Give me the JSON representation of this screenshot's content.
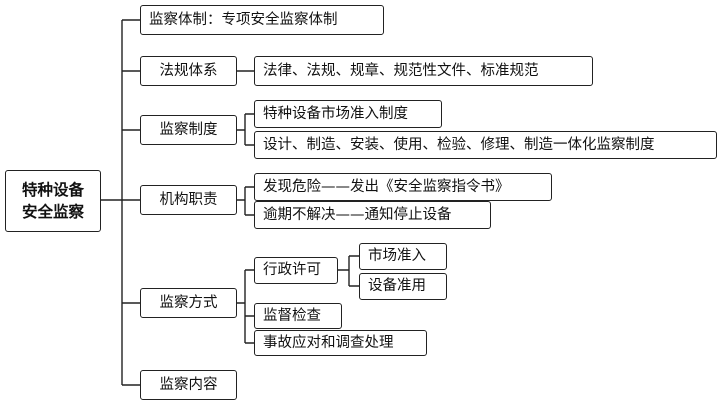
{
  "root": {
    "line1": "特种设备",
    "line2": "安全监察"
  },
  "branches": {
    "system": {
      "label": "监察体制：专项安全监察体制"
    },
    "law": {
      "label": "法规体系",
      "detail": "法律、法规、规章、规范性文件、标准规范"
    },
    "regime": {
      "label": "监察制度",
      "detail1": "特种设备市场准入制度",
      "detail2": "设计、制造、安装、使用、检验、修理、制造一体化监察制度"
    },
    "duty": {
      "label": "机构职责",
      "detail1": "发现危险——发出《安全监察指令书》",
      "detail2": "逾期不解决——通知停止设备"
    },
    "method": {
      "label": "监察方式",
      "permit": {
        "label": "行政许可",
        "sub1": "市场准入",
        "sub2": "设备准用"
      },
      "inspect": "监督检查",
      "accident": "事故应对和调查处理"
    },
    "content": {
      "label": "监察内容"
    }
  }
}
